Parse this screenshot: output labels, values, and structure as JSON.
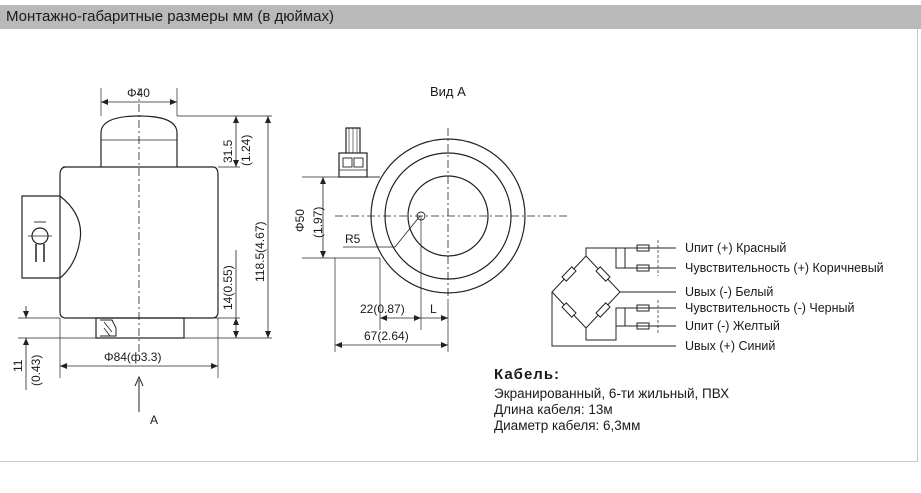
{
  "header": {
    "title": "Монтажно-габаритные размеры мм (в дюймах)"
  },
  "side_view": {
    "dim_top_diameter": "Φ40",
    "dim_top_height": "31.5",
    "dim_top_height_in": "(1.24)",
    "dim_total_height": "118.5(4.67)",
    "dim_lower_height": "14(0.55)",
    "dim_base_height": "11",
    "dim_base_height_in": "(0.43)",
    "dim_body_diameter": "Φ84(ф3.3)",
    "view_arrow_label": "A"
  },
  "front_view": {
    "title": "Вид А",
    "dim_inner_diameter": "Φ50",
    "dim_inner_diameter_in": "(1.97)",
    "dim_radius": "R5",
    "dim_offset": "22(0.87)",
    "dim_l": "L",
    "dim_width": "67(2.64)"
  },
  "wiring": {
    "labels": [
      "Uпит (+) Красный",
      "Чувствительность (+) Коричневый",
      "Uвых (-) Белый",
      "Чувствительность (-) Черный",
      "Uпит (-) Желтый",
      "Uвых (+) Синий"
    ]
  },
  "cable": {
    "title": "Кабель:",
    "lines": [
      "Экранированный, 6-ти жильный, ПВХ",
      "Длина кабеля: 13м",
      "Диаметр кабеля: 6,3мм"
    ]
  }
}
